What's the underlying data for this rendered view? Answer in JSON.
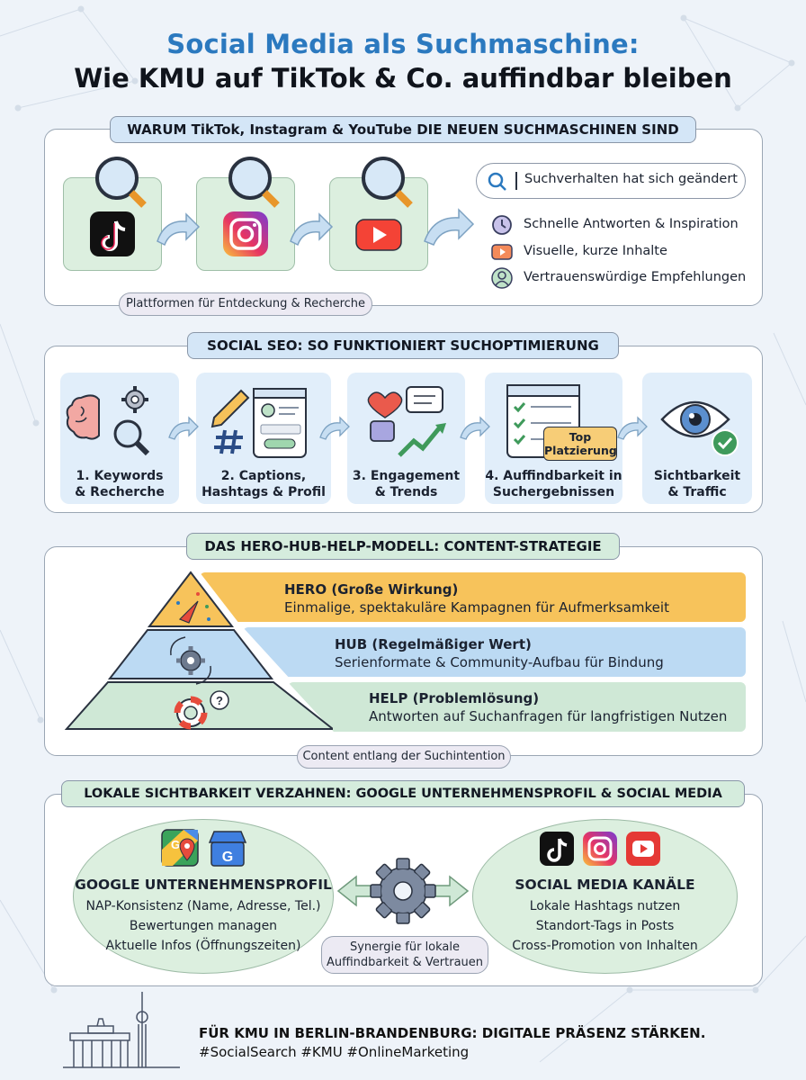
{
  "header": {
    "title_line1": "Social Media als Suchmaschine:",
    "title_line2": "Wie KMU auf TikTok & Co. auffindbar bleiben"
  },
  "section1": {
    "banner": "WARUM TikTok, Instagram & YouTube DIE NEUEN SUCHMASCHINEN SIND",
    "platforms": [
      "tiktok-icon",
      "instagram-icon",
      "youtube-icon"
    ],
    "platforms_pill": "Plattformen für Entdeckung & Recherche",
    "search_text": "Suchverhalten hat sich geändert",
    "bullets": [
      {
        "icon": "clock-icon",
        "text": "Schnelle Antworten & Inspiration"
      },
      {
        "icon": "video-play-icon",
        "text": "Visuelle, kurze Inhalte"
      },
      {
        "icon": "person-icon",
        "text": "Vertrauenswürdige Empfehlungen"
      }
    ]
  },
  "section2": {
    "banner": "SOCIAL SEO: SO FUNKTIONIERT SUCHOPTIMIERUNG",
    "steps": [
      {
        "line1": "1. Keywords",
        "line2": "& Recherche"
      },
      {
        "line1": "2. Captions,",
        "line2": "Hashtags & Profil"
      },
      {
        "line1": "3. Engagement",
        "line2": "& Trends"
      },
      {
        "line1": "4. Auffindbarkeit in",
        "line2": "Suchergebnissen"
      },
      {
        "line1": "Sichtbarkeit",
        "line2": "& Traffic"
      }
    ],
    "top_badge_line1": "Top",
    "top_badge_line2": "Platzierung"
  },
  "section3": {
    "banner": "DAS HERO-HUB-HELP-MODELL: CONTENT-STRATEGIE",
    "tiers": [
      {
        "title": "HERO (Große Wirkung)",
        "desc": "Einmalige, spektakuläre Kampagnen für Aufmerksamkeit",
        "color": "#f7c35b"
      },
      {
        "title": "HUB (Regelmäßiger Wert)",
        "desc": "Serienformate & Community-Aufbau für Bindung",
        "color": "#bcdaf3"
      },
      {
        "title": "HELP (Problemlösung)",
        "desc": "Antworten auf Suchanfragen für langfristigen Nutzen",
        "color": "#cfe8d6"
      }
    ],
    "pill": "Content entlang der Suchintention"
  },
  "section4": {
    "banner": "LOKALE SICHTBARKEIT VERZAHNEN: GOOGLE UNTERNEHMENSPROFIL & SOCIAL MEDIA",
    "left": {
      "title": "GOOGLE UNTERNEHMENSPROFIL",
      "items": [
        "NAP-Konsistenz (Name, Adresse, Tel.)",
        "Bewertungen managen",
        "Aktuelle Infos (Öffnungszeiten)"
      ]
    },
    "right": {
      "title": "SOCIAL MEDIA KANÄLE",
      "items": [
        "Lokale Hashtags nutzen",
        "Standort-Tags in Posts",
        "Cross-Promotion von Inhalten"
      ]
    },
    "synergy_line1": "Synergie für lokale",
    "synergy_line2": "Auffindbarkeit & Vertrauen"
  },
  "footer": {
    "line1": "FÜR KMU IN BERLIN-BRANDENBURG: DIGITALE PRÄSENZ STÄRKEN.",
    "line2": "#SocialSearch #KMU #OnlineMarketing"
  },
  "colors": {
    "title_blue": "#2b79bf",
    "hero": "#f7c35b",
    "hub": "#bcdaf3",
    "help": "#cfe8d6"
  }
}
